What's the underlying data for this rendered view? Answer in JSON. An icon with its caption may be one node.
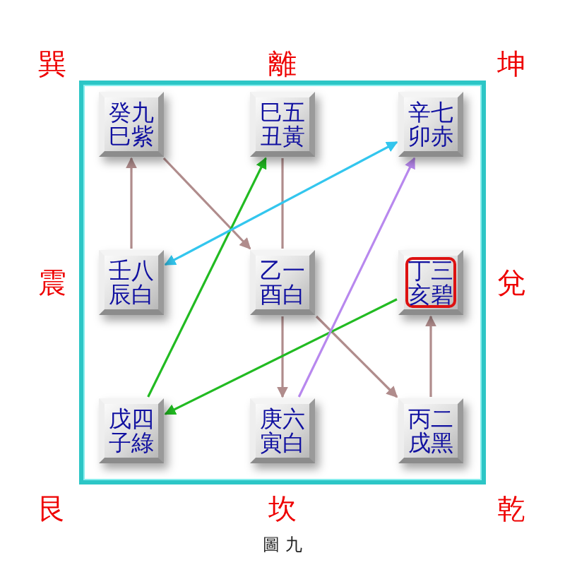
{
  "diagram": {
    "caption": "圖 九",
    "nodes": [
      {
        "text": [
          "癸九巳紫"
        ]
      },
      {
        "text": [
          "巳五丑黃"
        ]
      },
      {
        "text": [
          "辛七卯赤"
        ]
      },
      {
        "text": [
          "壬八辰白"
        ]
      },
      {
        "text": [
          "乙一酉白"
        ]
      },
      {
        "text": [
          "丁三亥碧"
        ]
      },
      {
        "text": [
          "戊四子綠"
        ]
      },
      {
        "text": [
          "庚六寅白"
        ]
      },
      {
        "text": [
          "丙二戌黑"
        ]
      }
    ],
    "edges": [
      {
        "from": 3,
        "to": 0,
        "arrow": "to"
      },
      {
        "from": 0,
        "to": 4,
        "arrow": "to"
      },
      {
        "from": 1,
        "to": 4,
        "arrow": "none"
      },
      {
        "from": 4,
        "to": 7,
        "arrow": "to"
      },
      {
        "from": 4,
        "to": 8,
        "arrow": "to"
      },
      {
        "from": 8,
        "to": 5,
        "arrow": "to"
      },
      {
        "from": 5,
        "to": 6,
        "arrow": "to",
        "color": "#22bb22"
      },
      {
        "from": 6,
        "to": 1,
        "arrow": "to",
        "color": "#22bb22"
      },
      {
        "from": 2,
        "to": 3,
        "arrow": "both",
        "color": "#33c6ee"
      },
      {
        "from": 7,
        "to": 2,
        "arrow": "to",
        "color": "#b888ee"
      }
    ],
    "labels": [
      "巽",
      "離",
      "坤",
      "震",
      "兌",
      "艮",
      "坎",
      "乾"
    ]
  }
}
